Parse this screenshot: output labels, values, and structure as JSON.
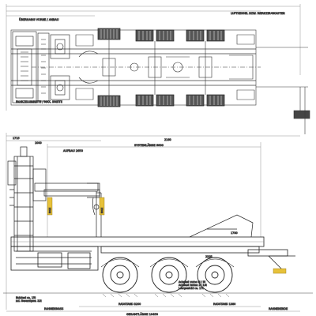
{
  "drawing": {
    "top_view": {
      "label_upper_left": "ÜBERHANG VORNE / ANBAU",
      "label_upper_right": "LUFTKESSEL BZW. WERKZEUGKASTEN",
      "label_lower_left": "FAHRZEUGBREITE / MAX. BREITE"
    },
    "side_view": {
      "dim_top": "SYSTEMLÄNGE 6600",
      "dim_left": "AUFBAU 2650",
      "dim_wheelbase_left": "RADSTAND 3200",
      "dim_wheelbase_right": "RADSTAND 1380",
      "dim_total": "GESAMTLÄNGE 10450",
      "label_bottom_left": "RAHMENMASS",
      "label_bottom_right": "RAHMENENDE",
      "notes": [
        "Achslast vorne  9t / 9t",
        "Achslast hinten 2x 13t",
        "Leergewicht ca. 17t",
        "Nutzlast ca. 15t",
        "zul. Gesamtgew. 32t"
      ],
      "dims_small": [
        "1715",
        "1000",
        "2160",
        "1780",
        "2325"
      ],
      "tag_front": "HOLZ",
      "tag_rear": "HOLZ"
    }
  },
  "colors": {
    "line": "#3a3a3a",
    "thin": "#7a7a7a",
    "hatch": "#555555",
    "tag": "#e7c23a"
  }
}
